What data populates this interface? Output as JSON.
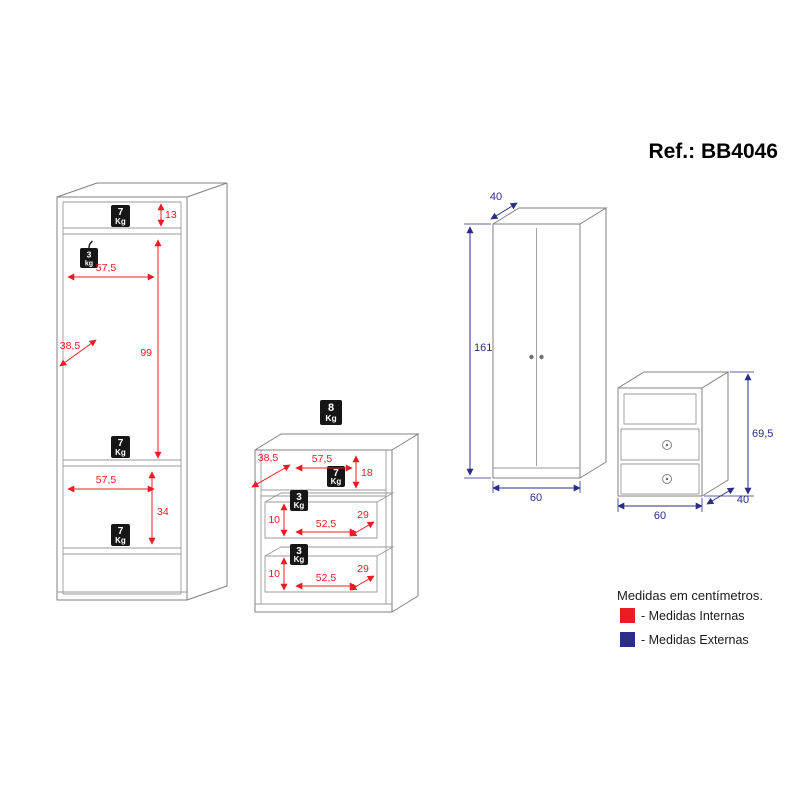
{
  "title": "Ref.: BB4046",
  "colors": {
    "internal_dim": "#ec1c24",
    "external_dim": "#2b2d86",
    "outline": "#808080",
    "badge": "#161616"
  },
  "legend": {
    "note": "Medidas em centímetros.",
    "internal": "- Medidas Internas",
    "external": "- Medidas Externas"
  },
  "wardrobe_internal": {
    "dim_top_shelf": "13",
    "dim_width_upper": "57,5",
    "dim_depth": "38,5",
    "dim_hanging_height": "99",
    "dim_width_lower": "57,5",
    "dim_bottom_height": "34",
    "weight_top_shelf": {
      "v": "7",
      "u": "Kg"
    },
    "weight_hanger": {
      "v": "3",
      "u": "kg"
    },
    "weight_mid_shelf": {
      "v": "7",
      "u": "Kg"
    },
    "weight_bottom_shelf": {
      "v": "7",
      "u": "Kg"
    }
  },
  "chest_internal": {
    "weight_top": {
      "v": "8",
      "u": "Kg"
    },
    "dim_depth": "38,5",
    "dim_width": "57,5",
    "dim_niche_height": "18",
    "weight_niche": {
      "v": "7",
      "u": "Kg"
    },
    "drawer1": {
      "height": "10",
      "width": "52,5",
      "depth": "29",
      "weight": {
        "v": "3",
        "u": "Kg"
      }
    },
    "drawer2": {
      "height": "10",
      "width": "52,5",
      "depth": "29",
      "weight": {
        "v": "3",
        "u": "Kg"
      }
    }
  },
  "wardrobe_external": {
    "depth": "40",
    "height": "161",
    "width": "60"
  },
  "nightstand_external": {
    "height": "69,5",
    "width": "60",
    "depth": "40"
  }
}
